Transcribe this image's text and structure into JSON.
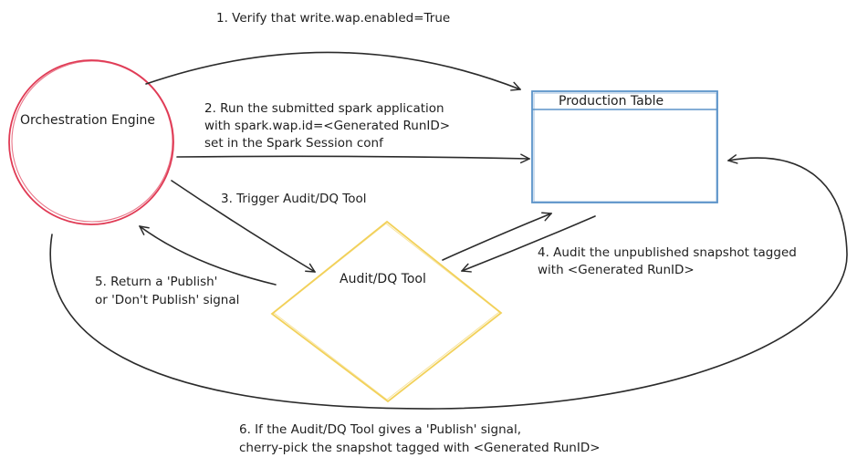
{
  "nodes": {
    "orchestration": {
      "label": "Orchestration Engine",
      "color": "#e03b55"
    },
    "production": {
      "label": "Production Table",
      "color": "#5b93c9"
    },
    "audit": {
      "label": "Audit/DQ Tool",
      "color": "#f2d15a"
    }
  },
  "steps": {
    "s1": [
      "1. Verify that write.wap.enabled=True"
    ],
    "s2": [
      "2. Run the submitted spark application",
      "with spark.wap.id=<Generated RunID>",
      "set in the Spark Session conf"
    ],
    "s3": [
      "3. Trigger Audit/DQ Tool"
    ],
    "s4": [
      "4. Audit the unpublished snapshot tagged",
      "with <Generated RunID>"
    ],
    "s5": [
      "5. Return a 'Publish'",
      "or 'Don't Publish' signal"
    ],
    "s6": [
      "6. If the Audit/DQ Tool gives a 'Publish' signal,",
      "cherry-pick the snapshot tagged with <Generated RunID>"
    ]
  }
}
